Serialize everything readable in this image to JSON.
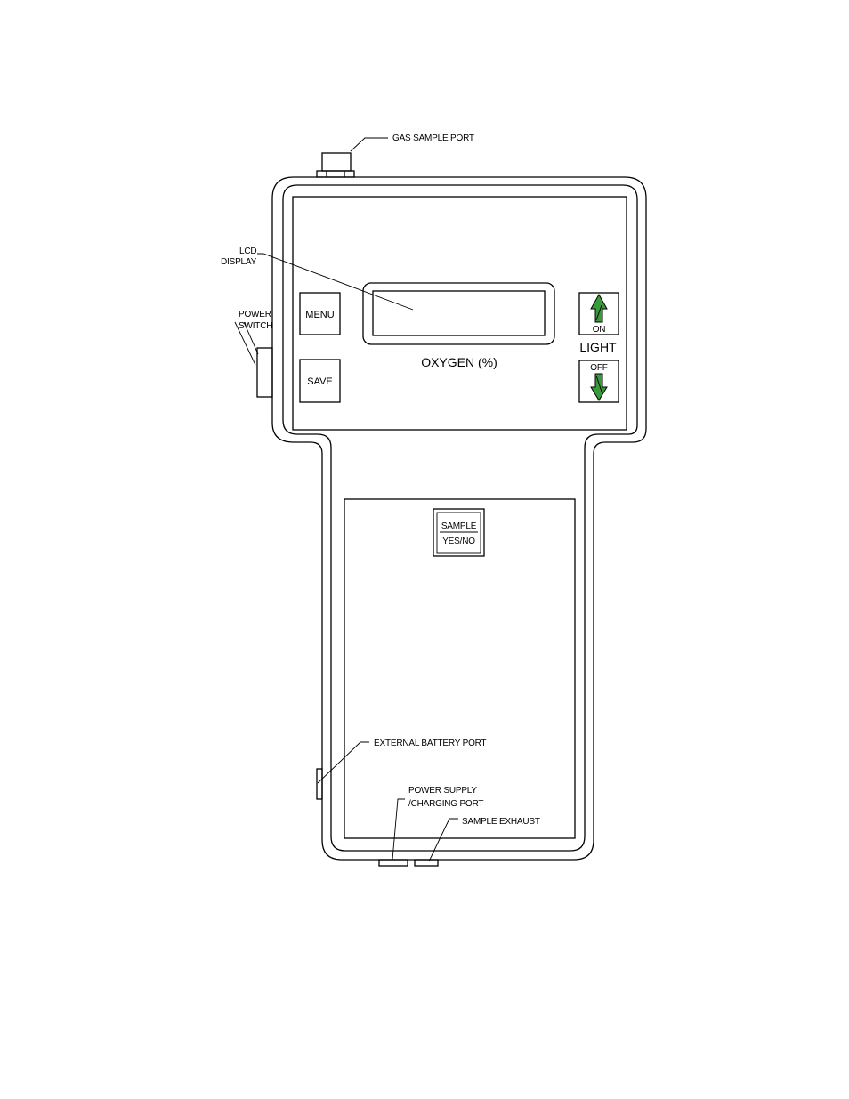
{
  "callouts": {
    "gas_sample_port": "GAS SAMPLE PORT",
    "lcd_display_line1": "LCD",
    "lcd_display_line2": "DISPLAY",
    "power_switch_line1": "POWER",
    "power_switch_line2": "SWITCH",
    "external_battery_port": "EXTERNAL BATTERY PORT",
    "power_supply_line1": "POWER SUPPLY",
    "power_supply_line2": "/CHARGING PORT",
    "sample_exhaust": "SAMPLE EXHAUST"
  },
  "panel": {
    "display_label": "OXYGEN (%)",
    "light_label": "LIGHT"
  },
  "buttons": {
    "menu": "MENU",
    "save": "SAVE",
    "light_on": "ON",
    "light_off": "OFF",
    "sample_top": "SAMPLE",
    "sample_bottom": "YES/NO"
  },
  "colors": {
    "arrow": "#3a9a3a",
    "outline": "#000000",
    "background": "#ffffff"
  }
}
